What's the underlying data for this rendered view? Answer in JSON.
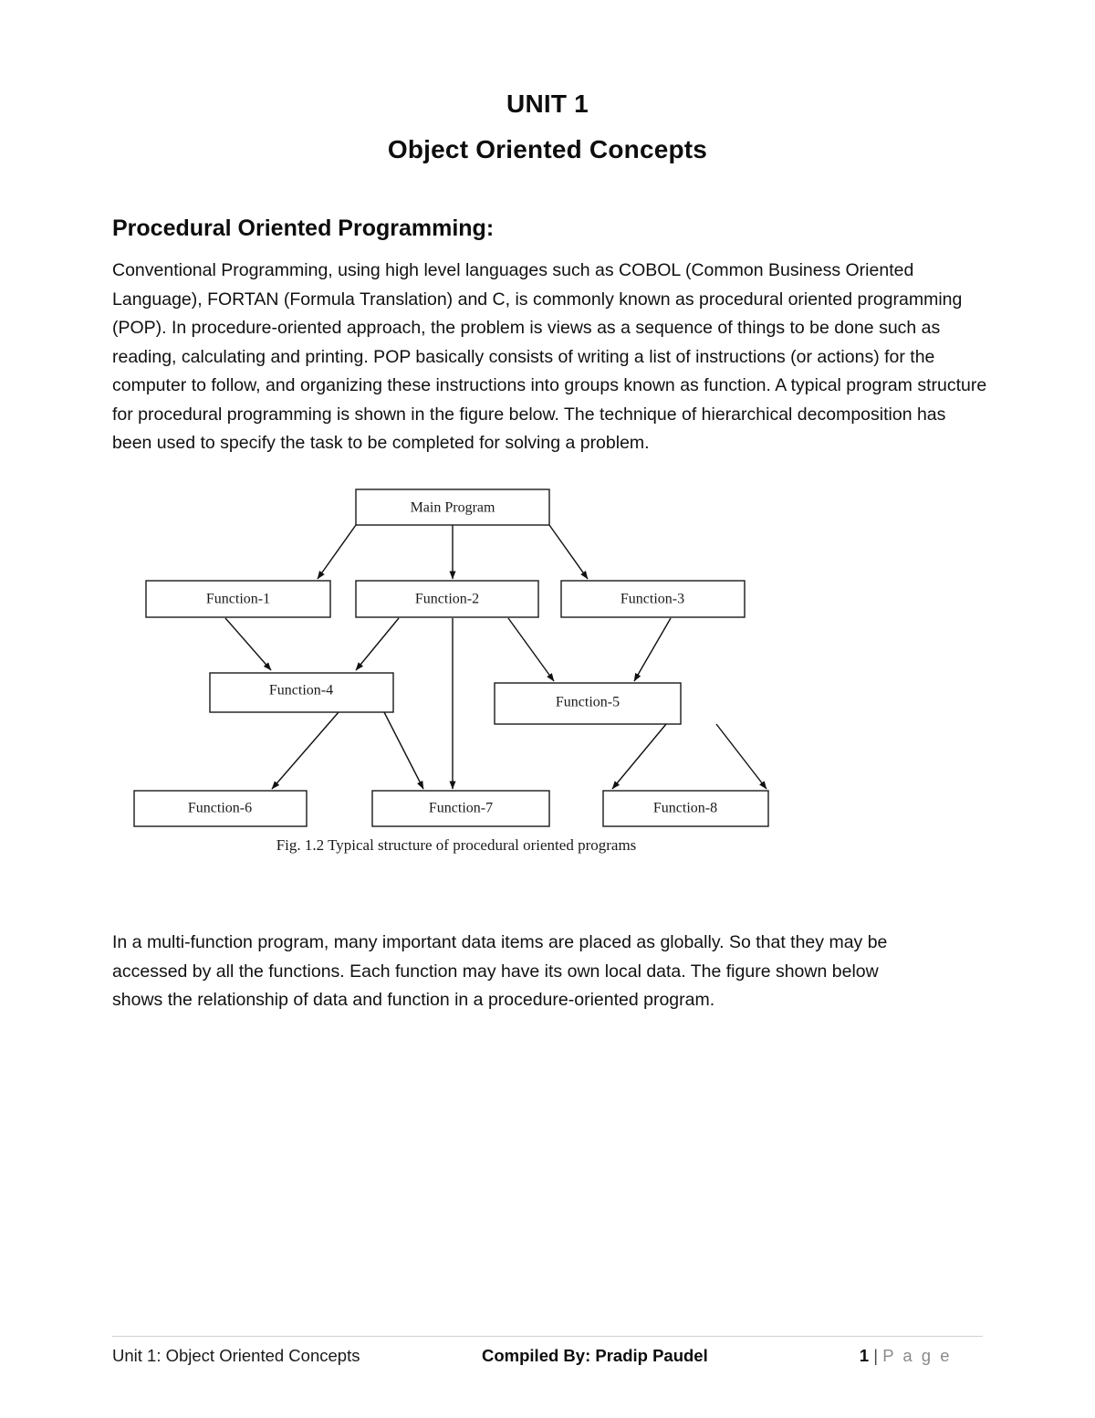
{
  "document": {
    "title_line1": "UNIT 1",
    "title_line2": "Object Oriented Concepts"
  },
  "section": {
    "heading": "Procedural Oriented Programming:"
  },
  "paragraphs": {
    "p1": "Conventional Programming, using high level languages such as COBOL (Common Business Oriented Language), FORTAN (Formula Translation) and C, is commonly known as procedural oriented programming (POP). In procedure-oriented approach, the problem is views as a sequence of things to be done such as reading, calculating and printing. POP basically consists of writing a list of instructions (or actions) for the computer to follow, and organizing these instructions into groups known as function. A typical program structure for procedural programming is shown in the figure below. The technique of hierarchical decomposition has been used to specify the task to be completed for solving a problem.",
    "p2": "In a multi-function program, many important data items are placed as globally. So that they may be accessed by all the functions. Each function may have its own local data. The figure shown below shows the relationship of data and function in a procedure-oriented program."
  },
  "figure": {
    "caption": "Fig. 1.2 Typical structure of procedural oriented programs",
    "nodes": {
      "main": "Main Program",
      "f1": "Function-1",
      "f2": "Function-2",
      "f3": "Function-3",
      "f4": "Function-4",
      "f5": "Function-5",
      "f6": "Function-6",
      "f7": "Function-7",
      "f8": "Function-8"
    },
    "edges": [
      {
        "from": "main",
        "to": "f1"
      },
      {
        "from": "main",
        "to": "f2"
      },
      {
        "from": "main",
        "to": "f3"
      },
      {
        "from": "f1",
        "to": "f4"
      },
      {
        "from": "f2",
        "to": "f4"
      },
      {
        "from": "f2",
        "to": "f7"
      },
      {
        "from": "f2",
        "to": "f5"
      },
      {
        "from": "f3",
        "to": "f5"
      },
      {
        "from": "f4",
        "to": "f6"
      },
      {
        "from": "f4",
        "to": "f7"
      },
      {
        "from": "f5",
        "to": "f7"
      },
      {
        "from": "f5",
        "to": "f8"
      }
    ]
  },
  "footer": {
    "left": "Unit 1: Object Oriented Concepts",
    "center": "Compiled By: Pradip Paudel",
    "page_number": "1",
    "page_separator": "|",
    "page_word": "P a g e"
  },
  "colors": {
    "text": "#111111",
    "heading": "#0d0d0d",
    "rule": "#d0d0d0",
    "diagram_stroke": "#1a1a1a",
    "page_word": "#8a8a8a"
  }
}
